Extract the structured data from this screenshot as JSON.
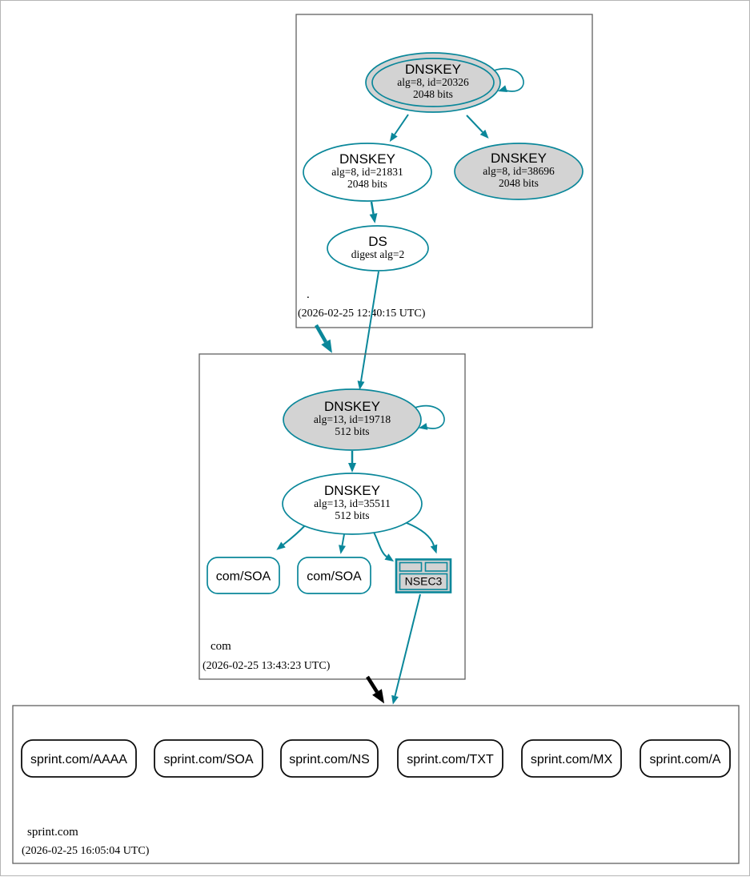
{
  "diagram": {
    "kind": "dnssec-authentication-chain",
    "colors": {
      "secure_teal": "#0a879a",
      "ksk_fill_gray": "#d3d3d3",
      "node_fill_white": "#ffffff",
      "zone_box_border": "#606060",
      "bottom_rrset_border": "#0c0c0c"
    }
  },
  "zones": [
    {
      "name": ".",
      "timestamp": "(2026-02-25 12:40:15 UTC)",
      "nodes": {
        "ksk": {
          "title": "DNSKEY",
          "detail": "alg=8, id=20326",
          "bits": "2048 bits"
        },
        "zsk": {
          "title": "DNSKEY",
          "detail": "alg=8, id=21831",
          "bits": "2048 bits"
        },
        "key3": {
          "title": "DNSKEY",
          "detail": "alg=8, id=38696",
          "bits": "2048 bits"
        },
        "ds": {
          "title": "DS",
          "detail": "digest alg=2"
        }
      }
    },
    {
      "name": "com",
      "timestamp": "(2026-02-25 13:43:23 UTC)",
      "nodes": {
        "ksk": {
          "title": "DNSKEY",
          "detail": "alg=13, id=19718",
          "bits": "512 bits"
        },
        "zsk": {
          "title": "DNSKEY",
          "detail": "alg=13, id=35511",
          "bits": "512 bits"
        },
        "rrsets": [
          "com/SOA",
          "com/SOA"
        ],
        "nsec3": {
          "title": "NSEC3"
        }
      }
    },
    {
      "name": "sprint.com",
      "timestamp": "(2026-02-25 16:05:04 UTC)",
      "rrsets": [
        "sprint.com/AAAA",
        "sprint.com/SOA",
        "sprint.com/NS",
        "sprint.com/TXT",
        "sprint.com/MX",
        "sprint.com/A"
      ]
    }
  ],
  "edges": [
    "root-ksk self-sign",
    "root-ksk signs root-zsk",
    "root-ksk signs root-key-38696",
    "root-zsk signs ds-com",
    "ds-com authenticates com-ksk",
    "root delegates to com",
    "com-ksk self-sign",
    "com-ksk signs com-zsk",
    "com-zsk signs com/SOA",
    "com-zsk signs com/SOA",
    "com-zsk signs NSEC3 (proof of insecure delegation)",
    "com delegates to sprint.com (insecure)",
    "NSEC3 covers sprint.com"
  ]
}
